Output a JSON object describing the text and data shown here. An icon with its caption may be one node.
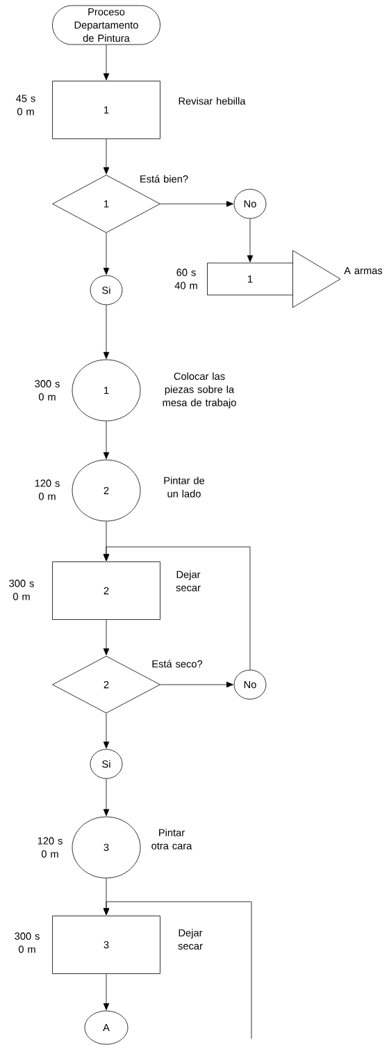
{
  "diagram": {
    "nodes": [
      {
        "text": [
          "Proceso Departamento de Pintura"
        ]
      },
      {
        "text": [
          "1"
        ],
        "beside": [
          "45 s 0 m",
          "Revisar hebilla"
        ]
      },
      {
        "text": [
          "1"
        ],
        "beside": [
          "Está bien?"
        ]
      },
      {
        "text": [
          "No"
        ]
      },
      {
        "text": [
          "Si"
        ]
      },
      {
        "text": [
          "1"
        ],
        "beside": [
          "60 s 40 m",
          "A armas"
        ]
      },
      {
        "text": [
          "1"
        ],
        "beside": [
          "300 s 0 m",
          "Colocar las piezas sobre la mesa de trabajo"
        ]
      },
      {
        "text": [
          "2"
        ],
        "beside": [
          "120 s 0 m",
          "Pintar de un lado"
        ]
      },
      {
        "text": [
          "2"
        ],
        "beside": [
          "300 s 0 m",
          "Dejar secar"
        ]
      },
      {
        "text": [
          "2"
        ],
        "beside": [
          "Está seco?"
        ]
      },
      {
        "text": [
          "No"
        ]
      },
      {
        "text": [
          "Si"
        ]
      },
      {
        "text": [
          "3"
        ],
        "beside": [
          "120 s 0 m",
          "Pintar otra cara"
        ]
      },
      {
        "text": [
          "3"
        ],
        "beside": [
          "300 s 0 m",
          "Dejar secar"
        ]
      },
      {
        "text": [
          "A"
        ]
      }
    ],
    "edges": [
      {
        "from": 0,
        "to": 1,
        "arrow": "to"
      },
      {
        "from": 1,
        "to": 2,
        "arrow": "to"
      },
      {
        "from": 2,
        "to": 3,
        "arrow": "to"
      },
      {
        "from": 3,
        "to": 5,
        "arrow": "to"
      },
      {
        "from": 2,
        "to": 4,
        "arrow": "to"
      },
      {
        "from": 4,
        "to": 6,
        "arrow": "to"
      },
      {
        "from": 6,
        "to": 7,
        "arrow": "to"
      },
      {
        "from": 7,
        "to": 8,
        "arrow": "to"
      },
      {
        "from": 10,
        "to": 8,
        "arrow": "to"
      },
      {
        "from": 8,
        "to": 9,
        "arrow": "to"
      },
      {
        "from": 9,
        "to": 10,
        "arrow": "to"
      },
      {
        "from": 9,
        "to": 11,
        "arrow": "to"
      },
      {
        "from": 11,
        "to": 12,
        "arrow": "to"
      },
      {
        "from": 12,
        "to": 13,
        "arrow": "to"
      },
      {
        "from": null,
        "to": 13,
        "arrow": "to"
      },
      {
        "from": 13,
        "to": 14,
        "arrow": "to"
      }
    ]
  }
}
